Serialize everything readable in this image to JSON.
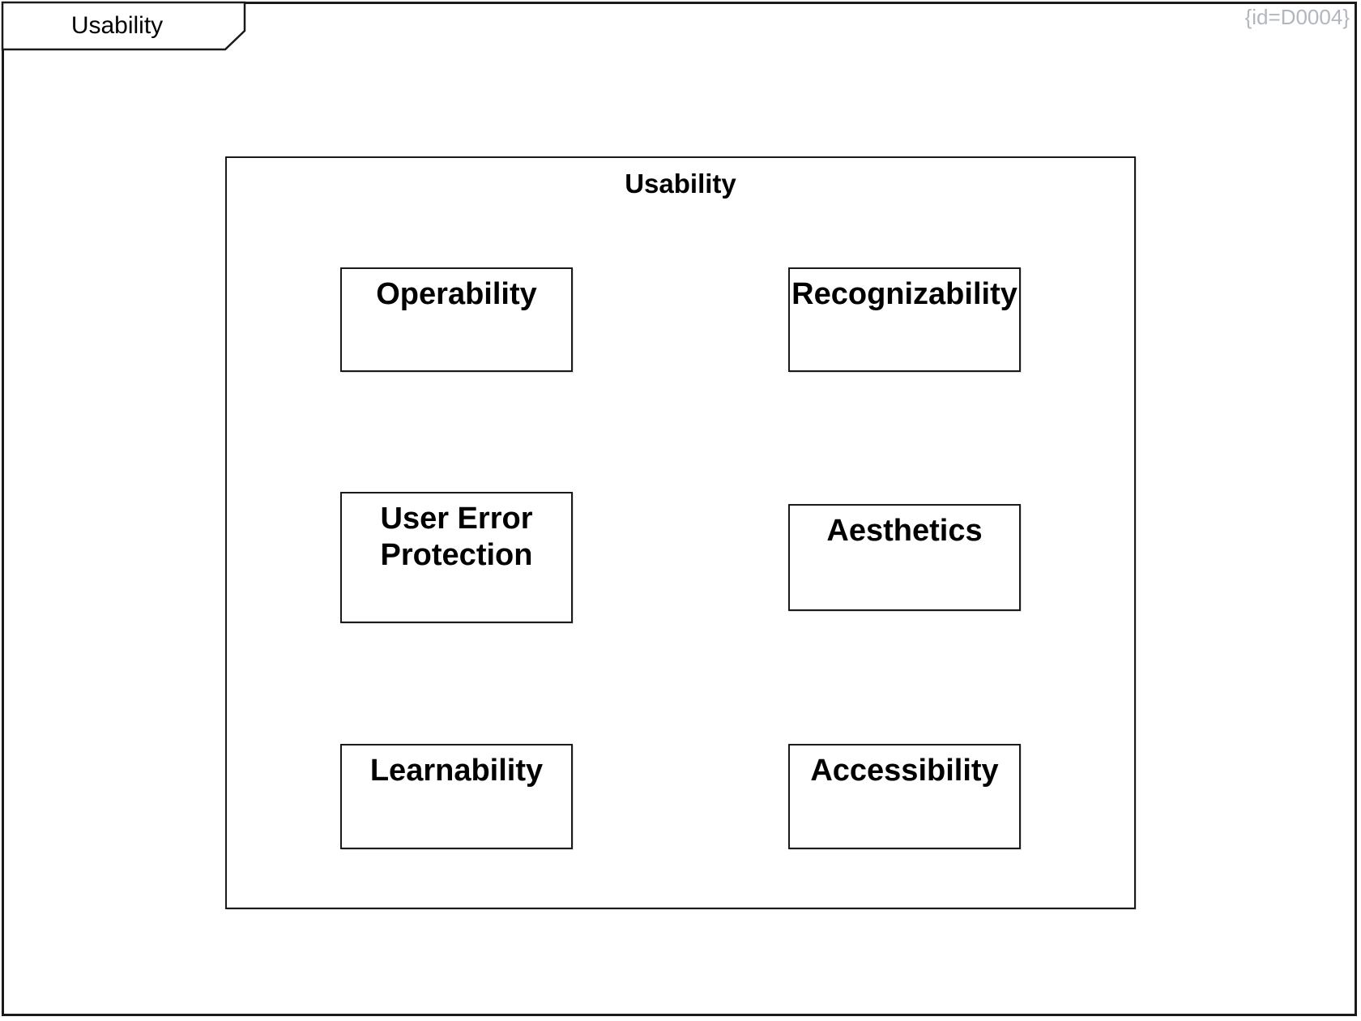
{
  "frame": {
    "tab_label": "Usability",
    "id_annotation": "{id=D0004}"
  },
  "container": {
    "title": "Usability",
    "boxes": [
      {
        "label": "Operability"
      },
      {
        "label": "Recognizability"
      },
      {
        "label": "User Error Protection"
      },
      {
        "label": "Aesthetics"
      },
      {
        "label": "Learnability"
      },
      {
        "label": "Accessibility"
      }
    ]
  },
  "colors": {
    "border": "#1a1a1a",
    "text": "#000000",
    "annotation_text": "#b0b7be",
    "background": "#ffffff"
  }
}
